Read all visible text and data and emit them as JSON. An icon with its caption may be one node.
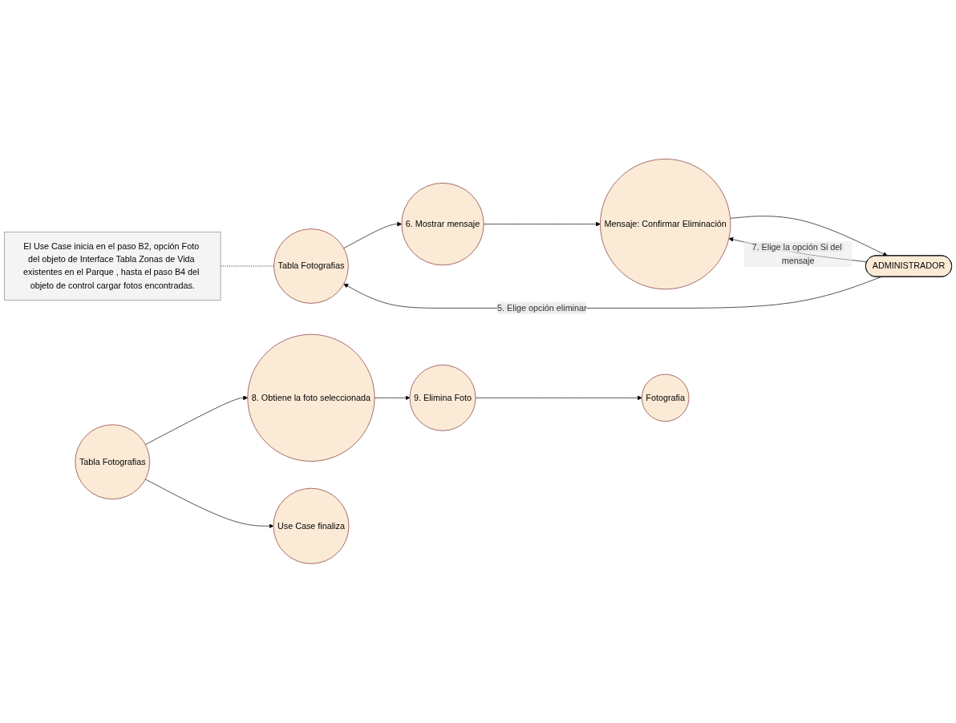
{
  "diagram": {
    "nodes": [
      {
        "text": [
          "El Use Case inicia en el paso B2, opción Foto del objeto de Interface Tabla Zonas de Vida existentes en el Parque , hasta el paso B4 del objeto de control cargar fotos encontradas."
        ]
      },
      {
        "text": [
          "ADMINISTRADOR"
        ]
      },
      {
        "text": [
          "Tabla Fotografias"
        ]
      },
      {
        "text": [
          "6. Mostrar mensaje"
        ]
      },
      {
        "text": [
          "Mensaje: Confirmar Eliminación"
        ]
      },
      {
        "text": [
          "Tabla Fotografias"
        ]
      },
      {
        "text": [
          "8. Obtiene la foto seleccionada"
        ]
      },
      {
        "text": [
          "Use Case finaliza"
        ]
      },
      {
        "text": [
          "9. Elimina Foto"
        ]
      },
      {
        "text": [
          "Fotografia"
        ]
      }
    ],
    "edges": [
      {
        "from": 0,
        "to": 2,
        "arrow": "none",
        "style": "dashed"
      },
      {
        "from": 1,
        "to": 2,
        "arrow": "to",
        "label": "5. Elige opción eliminar"
      },
      {
        "from": 2,
        "to": 3,
        "arrow": "to"
      },
      {
        "from": 3,
        "to": 4,
        "arrow": "to"
      },
      {
        "from": 4,
        "to": 1,
        "arrow": "to"
      },
      {
        "from": 1,
        "to": 4,
        "arrow": "to",
        "label": "7. Elige la opción Si del mensaje"
      },
      {
        "from": 5,
        "to": 6,
        "arrow": "to"
      },
      {
        "from": 5,
        "to": 7,
        "arrow": "to"
      },
      {
        "from": 6,
        "to": 8,
        "arrow": "to"
      },
      {
        "from": 8,
        "to": 9,
        "arrow": "to"
      }
    ]
  }
}
